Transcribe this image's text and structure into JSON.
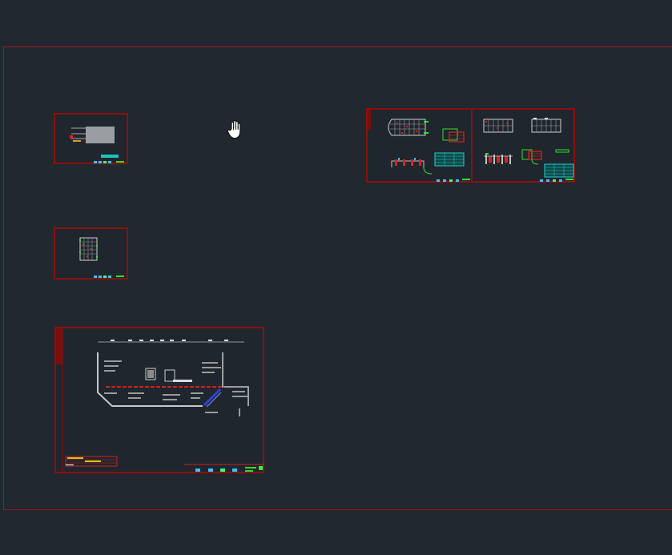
{
  "app": {
    "view": "Model space",
    "cursor": "pan-hand-icon",
    "background_color": "#212830",
    "frame_color": "#a01818"
  },
  "sheets": [
    {
      "id": "sheet-small-a",
      "description_icon": "drawing-sheet-icon"
    },
    {
      "id": "sheet-small-b",
      "description_icon": "drawing-sheet-icon"
    },
    {
      "id": "sheet-large-plan",
      "description_icon": "drawing-sheet-icon"
    },
    {
      "id": "sheet-double-a",
      "description_icon": "drawing-sheet-icon"
    },
    {
      "id": "sheet-double-b",
      "description_icon": "drawing-sheet-icon"
    }
  ]
}
